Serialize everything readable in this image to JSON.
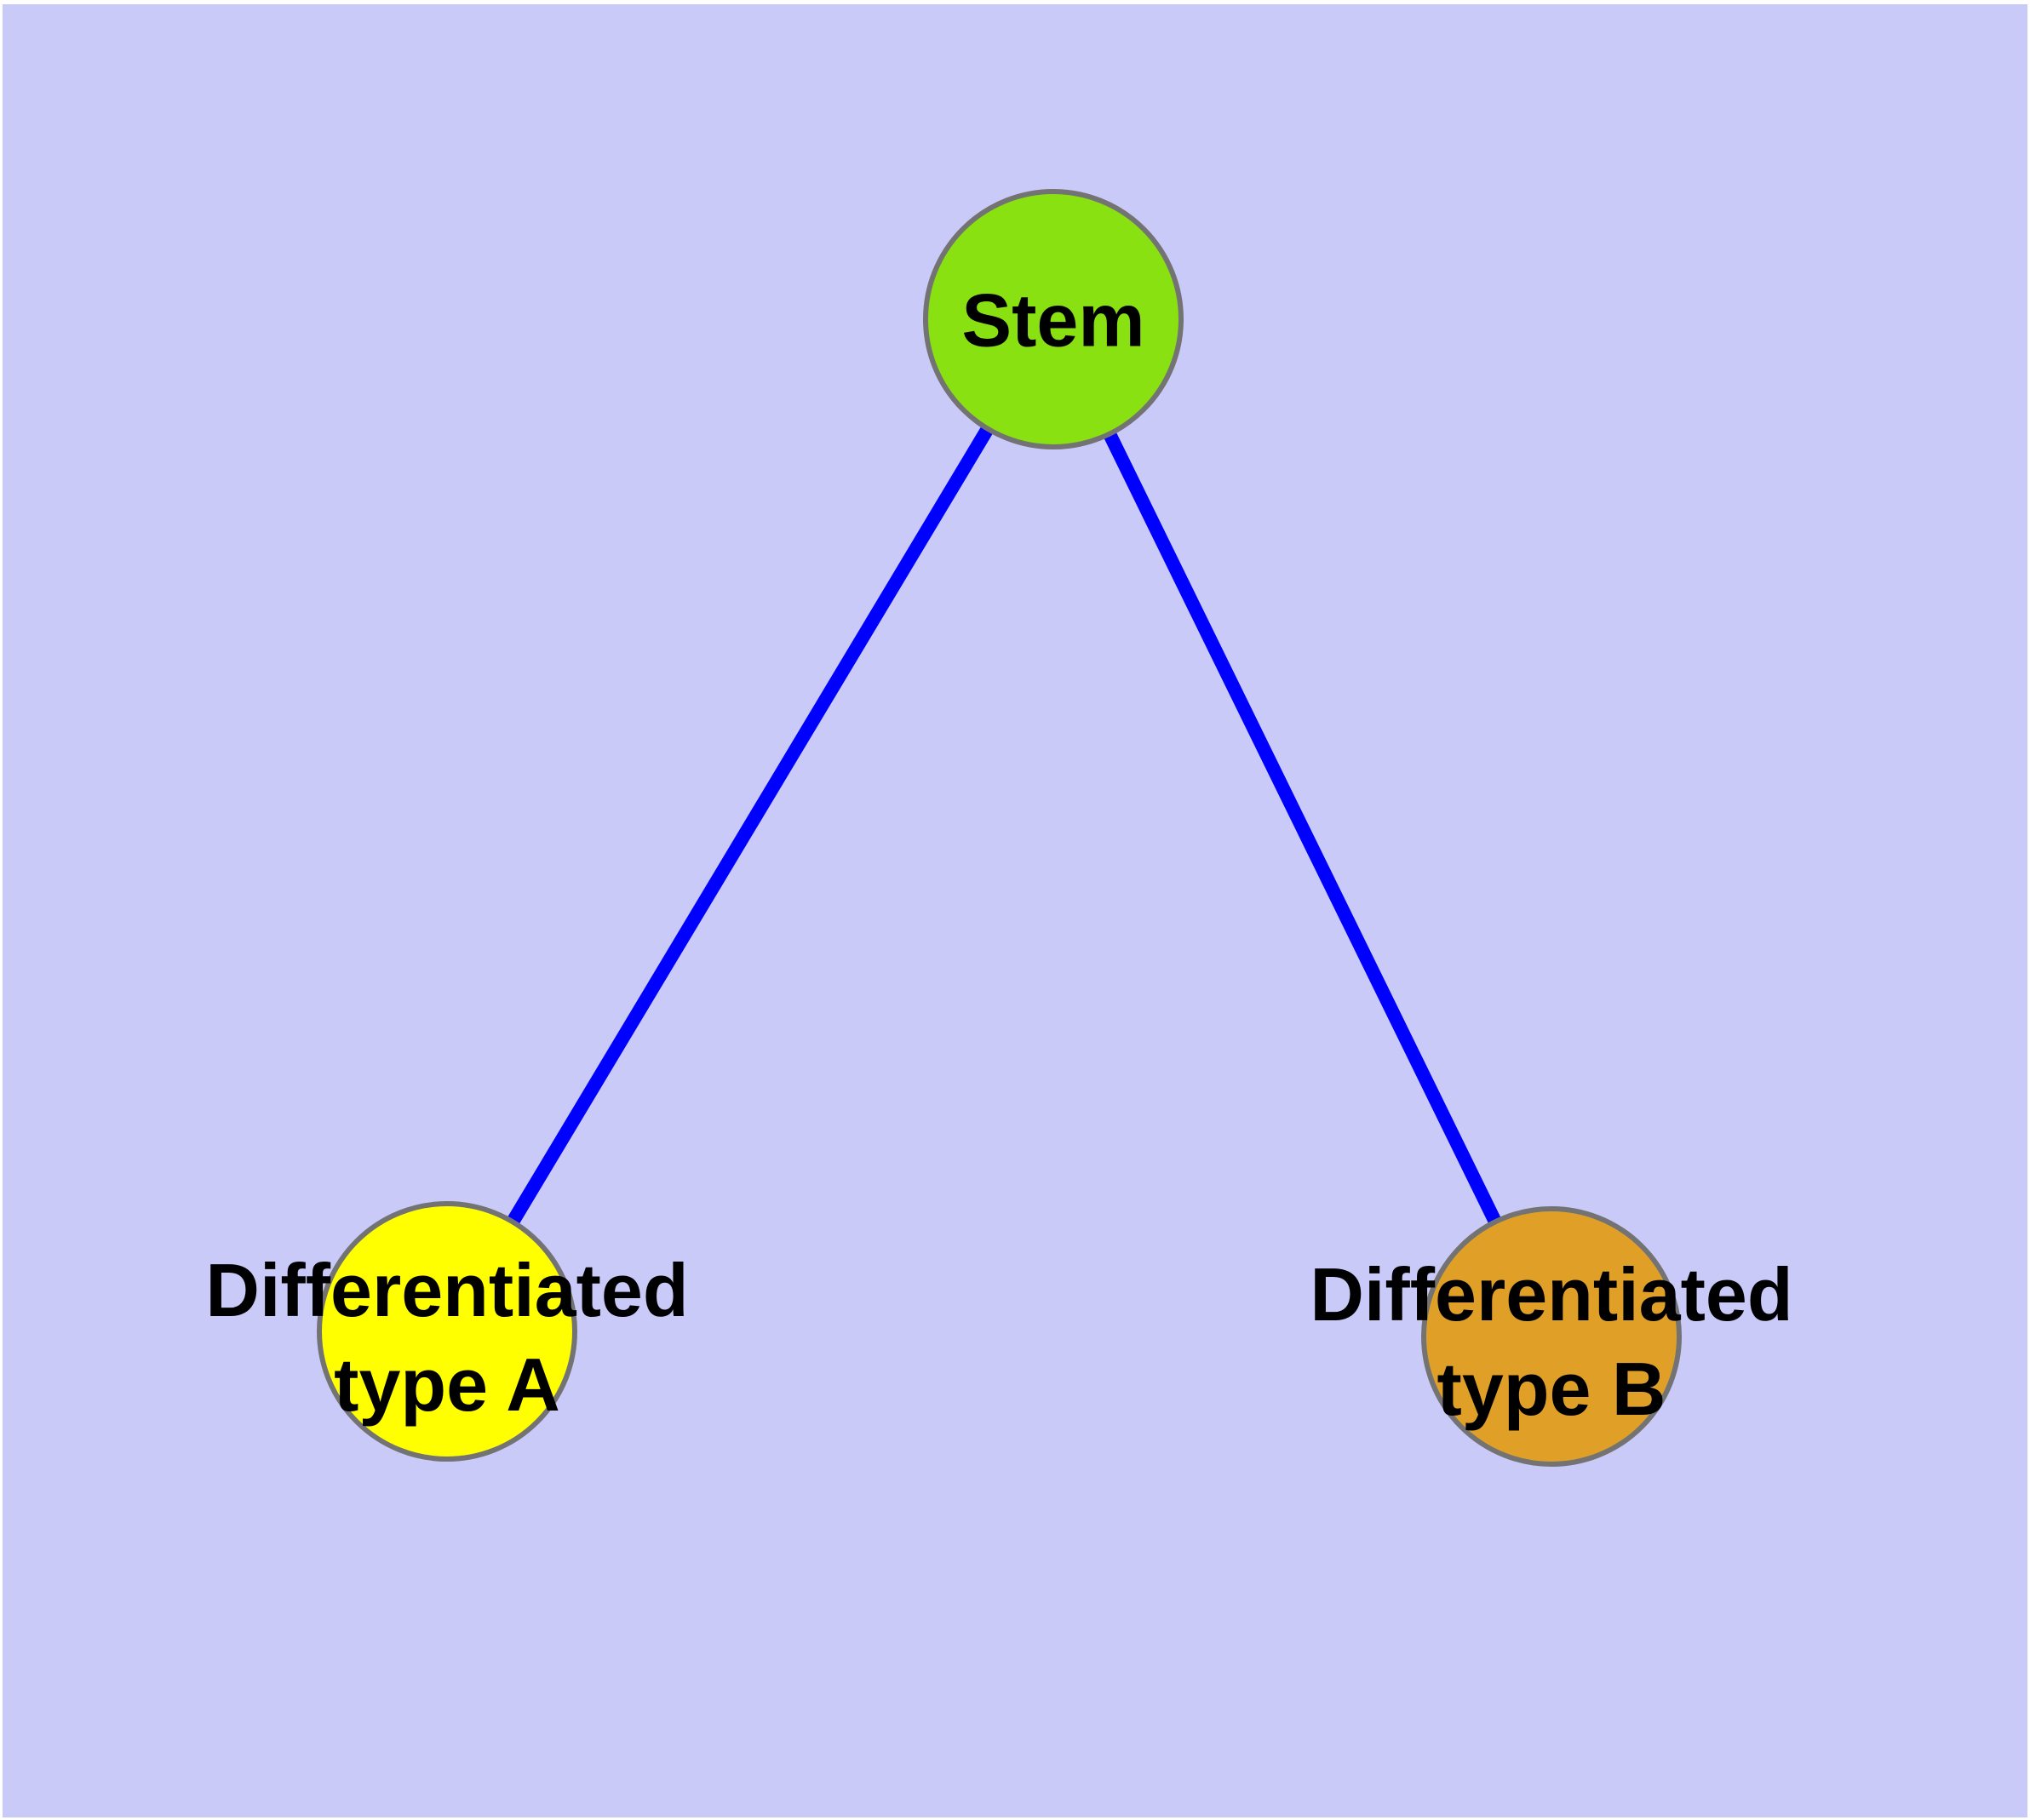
{
  "figure": {
    "type": "node-link-diagram",
    "background_color": "#CACAF9",
    "margin_color": "#FFFFFF",
    "edge_color": "#0000FF",
    "node_border_color": "#737373",
    "label_color": "#000000"
  },
  "nodes": [
    {
      "id": "stem",
      "label": "Stem",
      "fill_color": "#89E112"
    },
    {
      "id": "differentiated-type-a",
      "label": "Differentiated\ntype A",
      "fill_color": "#FFFF00"
    },
    {
      "id": "differentiated-type-b",
      "label": "Differentiated\ntype B",
      "fill_color": "#E0A028"
    }
  ],
  "edges": [
    {
      "from": "Stem",
      "to": "Differentiated type A"
    },
    {
      "from": "Stem",
      "to": "Differentiated type B"
    }
  ]
}
